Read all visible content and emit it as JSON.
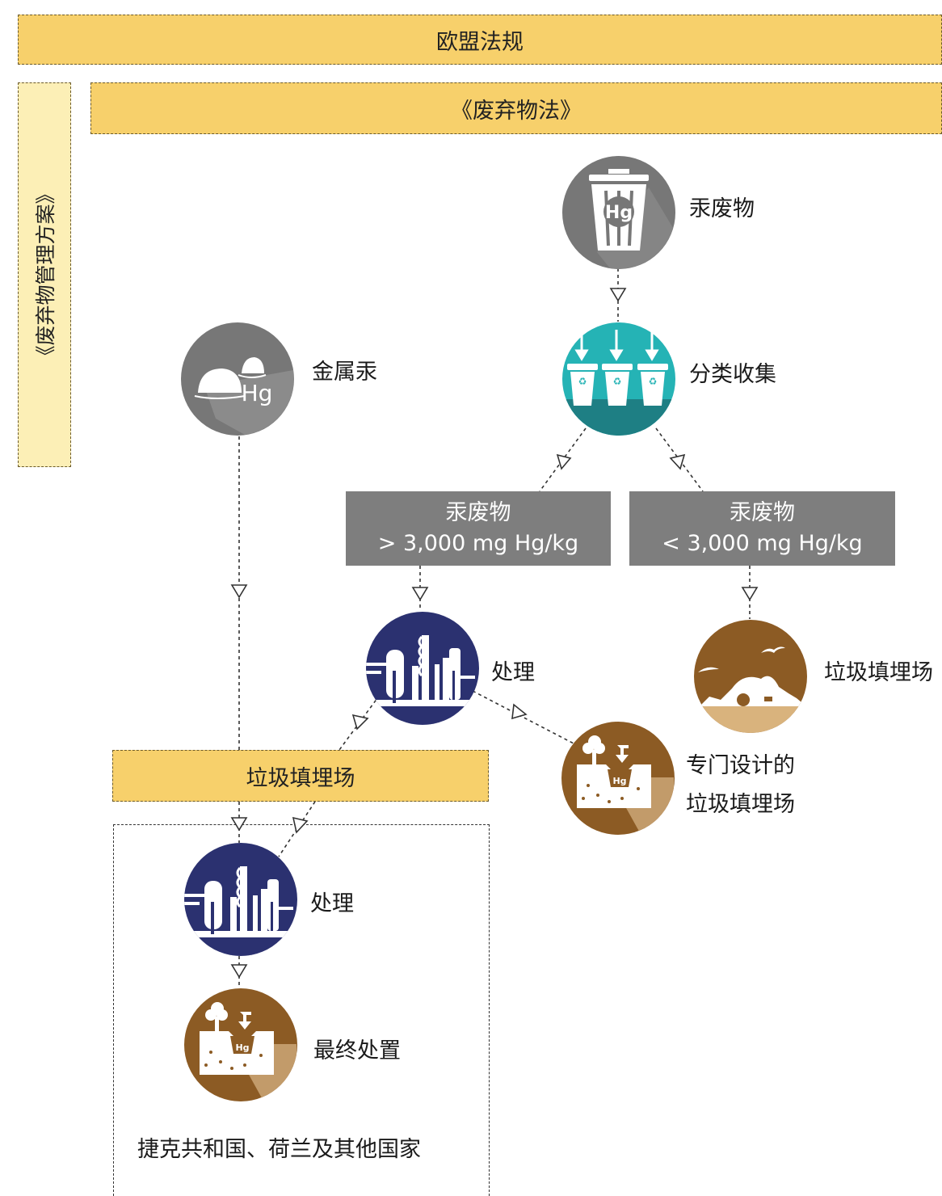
{
  "banners": {
    "eu_regulation": "欧盟法规",
    "waste_act": "《废弃物法》",
    "waste_plan": "《废弃物管理方案》",
    "landfill": "垃圾填埋场"
  },
  "nodes": {
    "mercury_waste": {
      "label": "汞废物",
      "icon": "trash-bin-hg-icon",
      "icon_text": "Hg"
    },
    "sorted_collection": {
      "label": "分类收集",
      "icon": "recycle-bins-icon"
    },
    "metallic_mercury": {
      "label": "金属汞",
      "icon": "mercury-droplets-icon",
      "icon_text": "Hg"
    },
    "high_waste": {
      "line1": "汞废物",
      "line2": "> 3,000 mg Hg/kg"
    },
    "low_waste": {
      "line1": "汞废物",
      "line2": "< 3,000 mg Hg/kg"
    },
    "treatment_top": {
      "label": "处理",
      "icon": "industrial-plant-icon"
    },
    "landfill_right": {
      "label": "垃圾填埋场",
      "icon": "landfill-icon"
    },
    "special_landfill": {
      "line1": "专门设计的",
      "line2": "垃圾填埋场",
      "icon": "underground-storage-icon",
      "icon_text": "Hg"
    },
    "treatment_bottom": {
      "label": "处理",
      "icon": "industrial-plant-icon"
    },
    "final_disposal": {
      "label": "最终处置",
      "icon": "underground-storage-icon",
      "icon_text": "Hg"
    }
  },
  "footer": {
    "countries": "捷克共和国、荷兰及其他国家"
  },
  "colors": {
    "banner": "#f7d06b",
    "side_banner": "#fcefb6",
    "gray_node": "#7e7e7e",
    "navy": "#2b3170",
    "teal": "#25b3b5",
    "brown": "#8c5b24",
    "icon_gray": "#777777"
  }
}
